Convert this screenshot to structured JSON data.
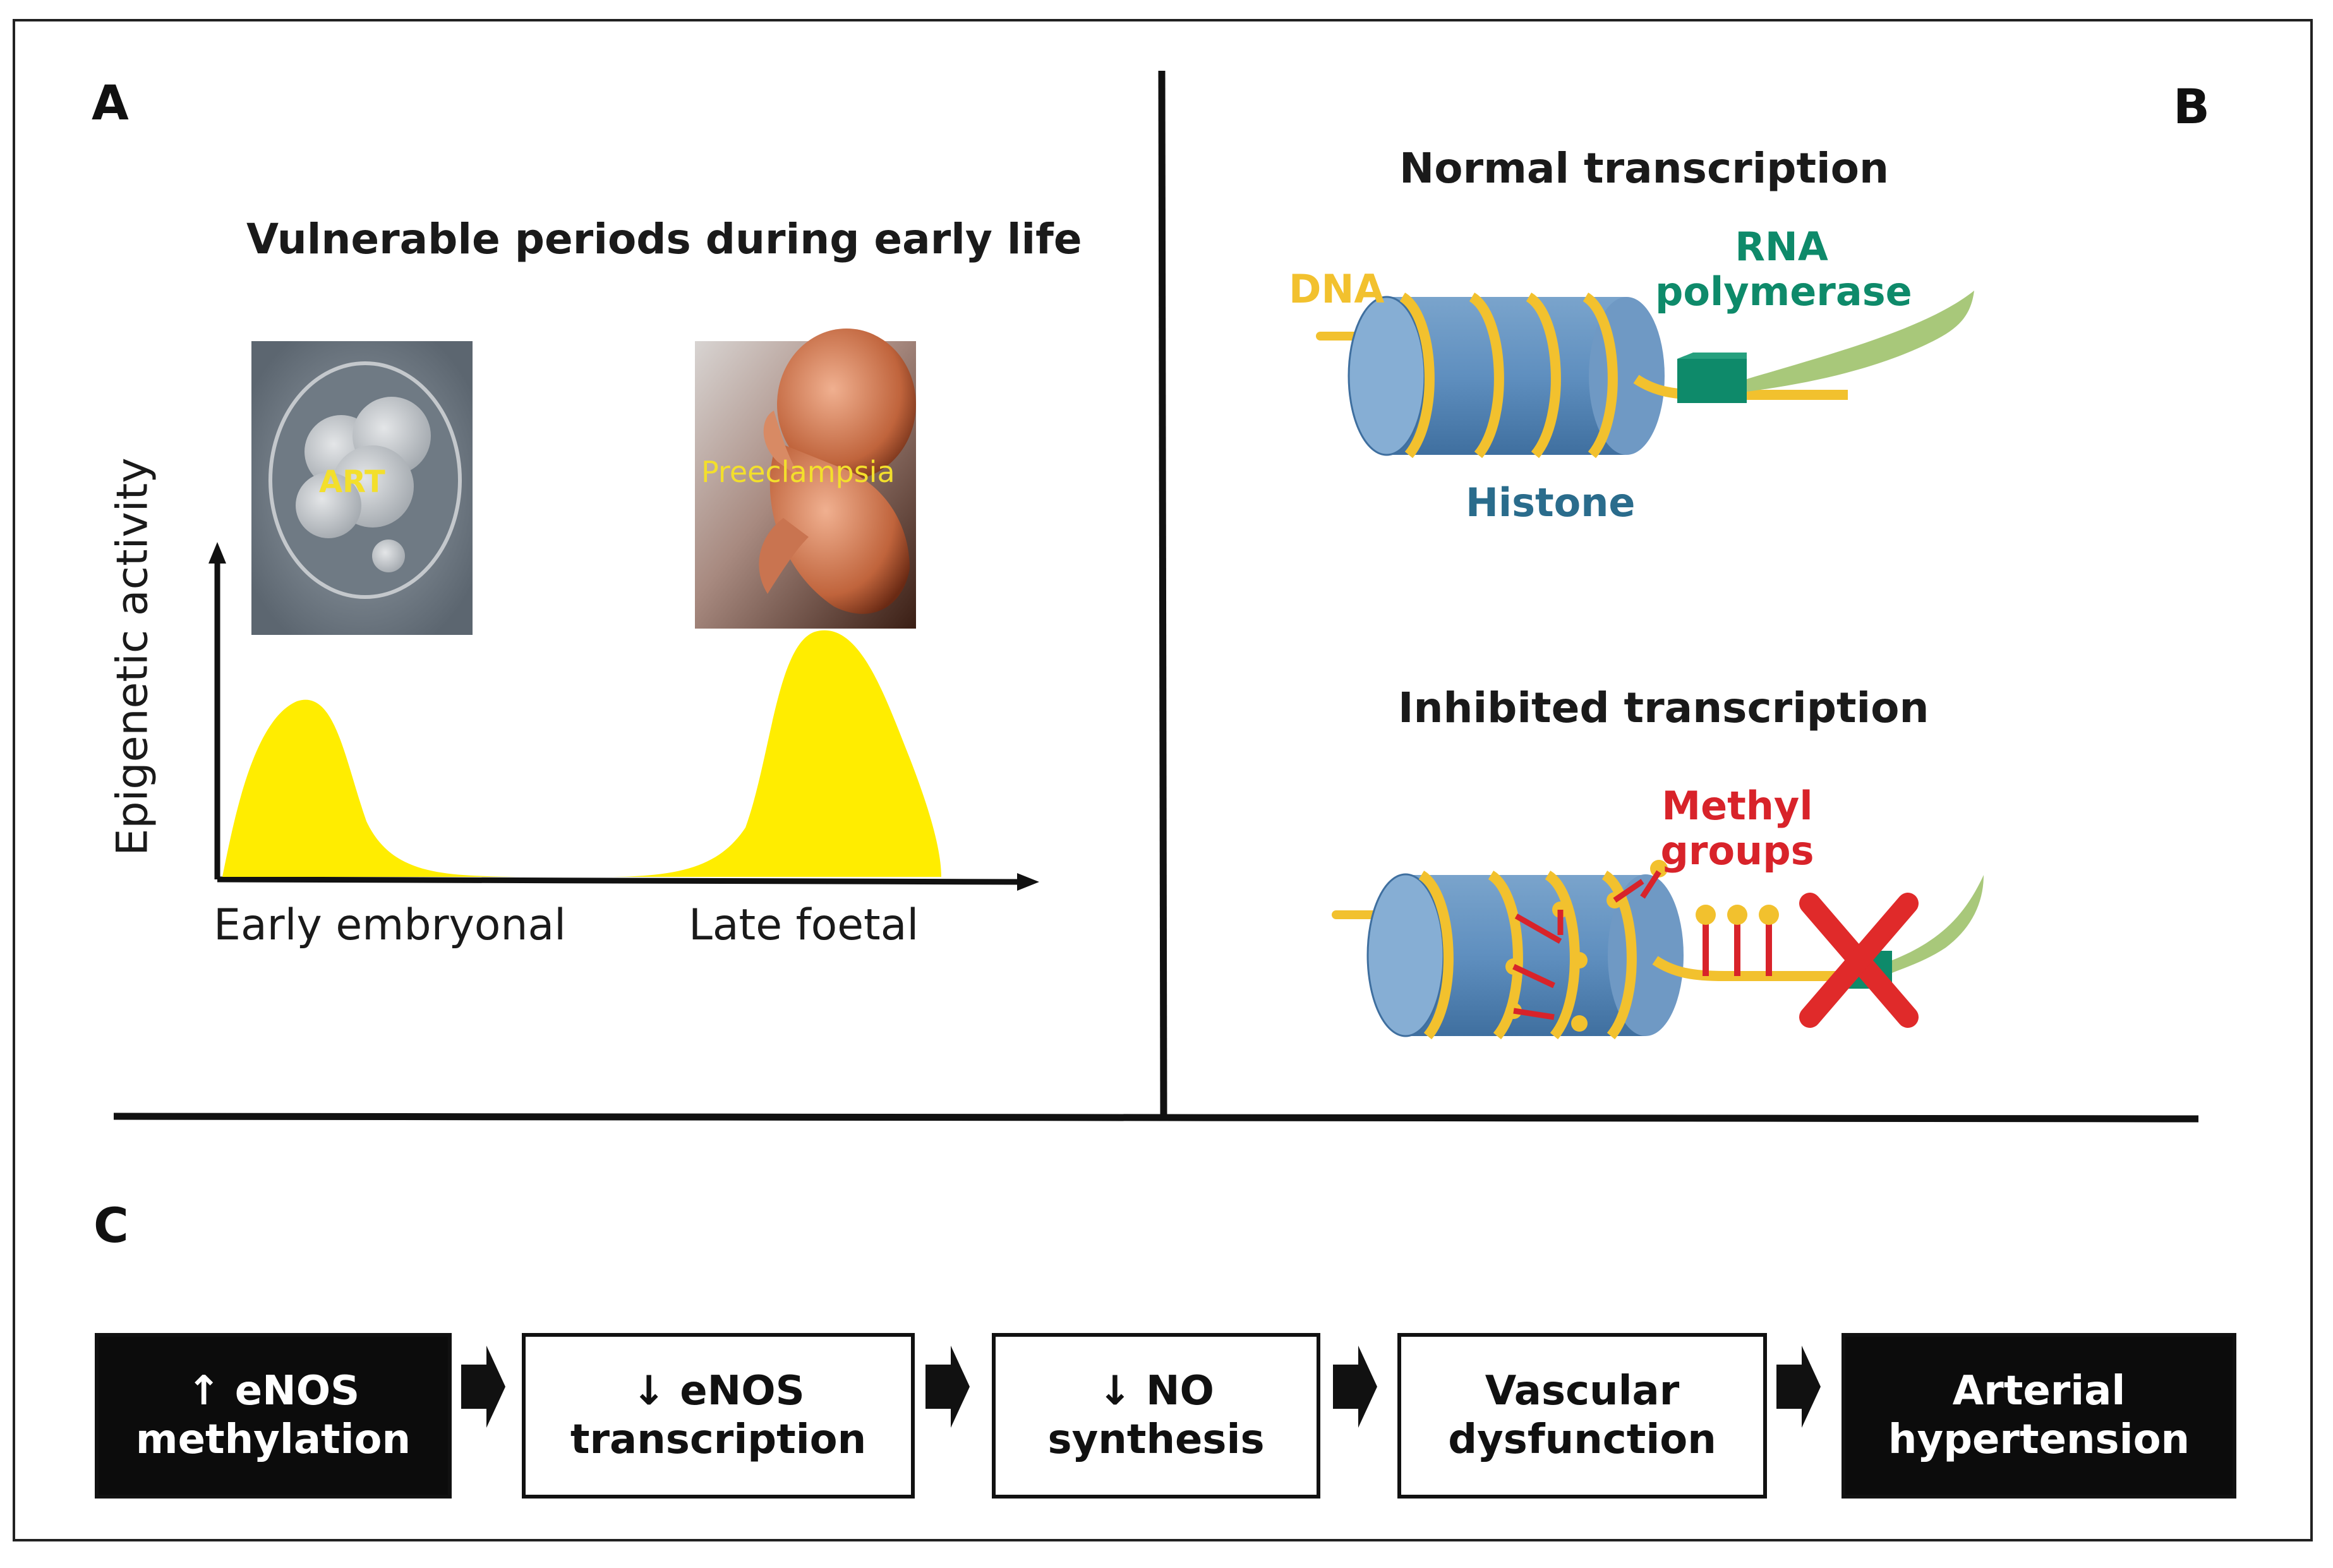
{
  "panelA": {
    "letter": "A",
    "title": "Vulnerable periods during early life",
    "ylabel": "Epigenetic activity",
    "xlabel_left": "Early embryonal",
    "xlabel_right": "Late foetal",
    "photo_left_label": "ART",
    "photo_right_label": "Preeclampsia",
    "curve_color": "#ffed00"
  },
  "panelB": {
    "letter": "B",
    "normal_title": "Normal transcription",
    "inhibited_title": "Inhibited transcription",
    "dna_label": "DNA",
    "rna_label": "RNA\npolymerase",
    "histone_label": "Histone",
    "methyl_label": "Methyl\ngroups",
    "colors": {
      "dna": "#f2c12e",
      "rna": "#0e8a6a",
      "histone": "#2a6c8c",
      "methyl": "#d8232a",
      "histone_fill": "#5f8fbf"
    }
  },
  "panelC": {
    "letter": "C",
    "steps": [
      {
        "text": "↑ eNOS\nmethylation",
        "style": "dark"
      },
      {
        "text": "↓ eNOS\ntranscription",
        "style": "light"
      },
      {
        "text": "↓ NO\nsynthesis",
        "style": "light"
      },
      {
        "text": "Vascular\ndysfunction",
        "style": "light"
      },
      {
        "text": "Arterial\nhypertension",
        "style": "dark"
      }
    ]
  }
}
